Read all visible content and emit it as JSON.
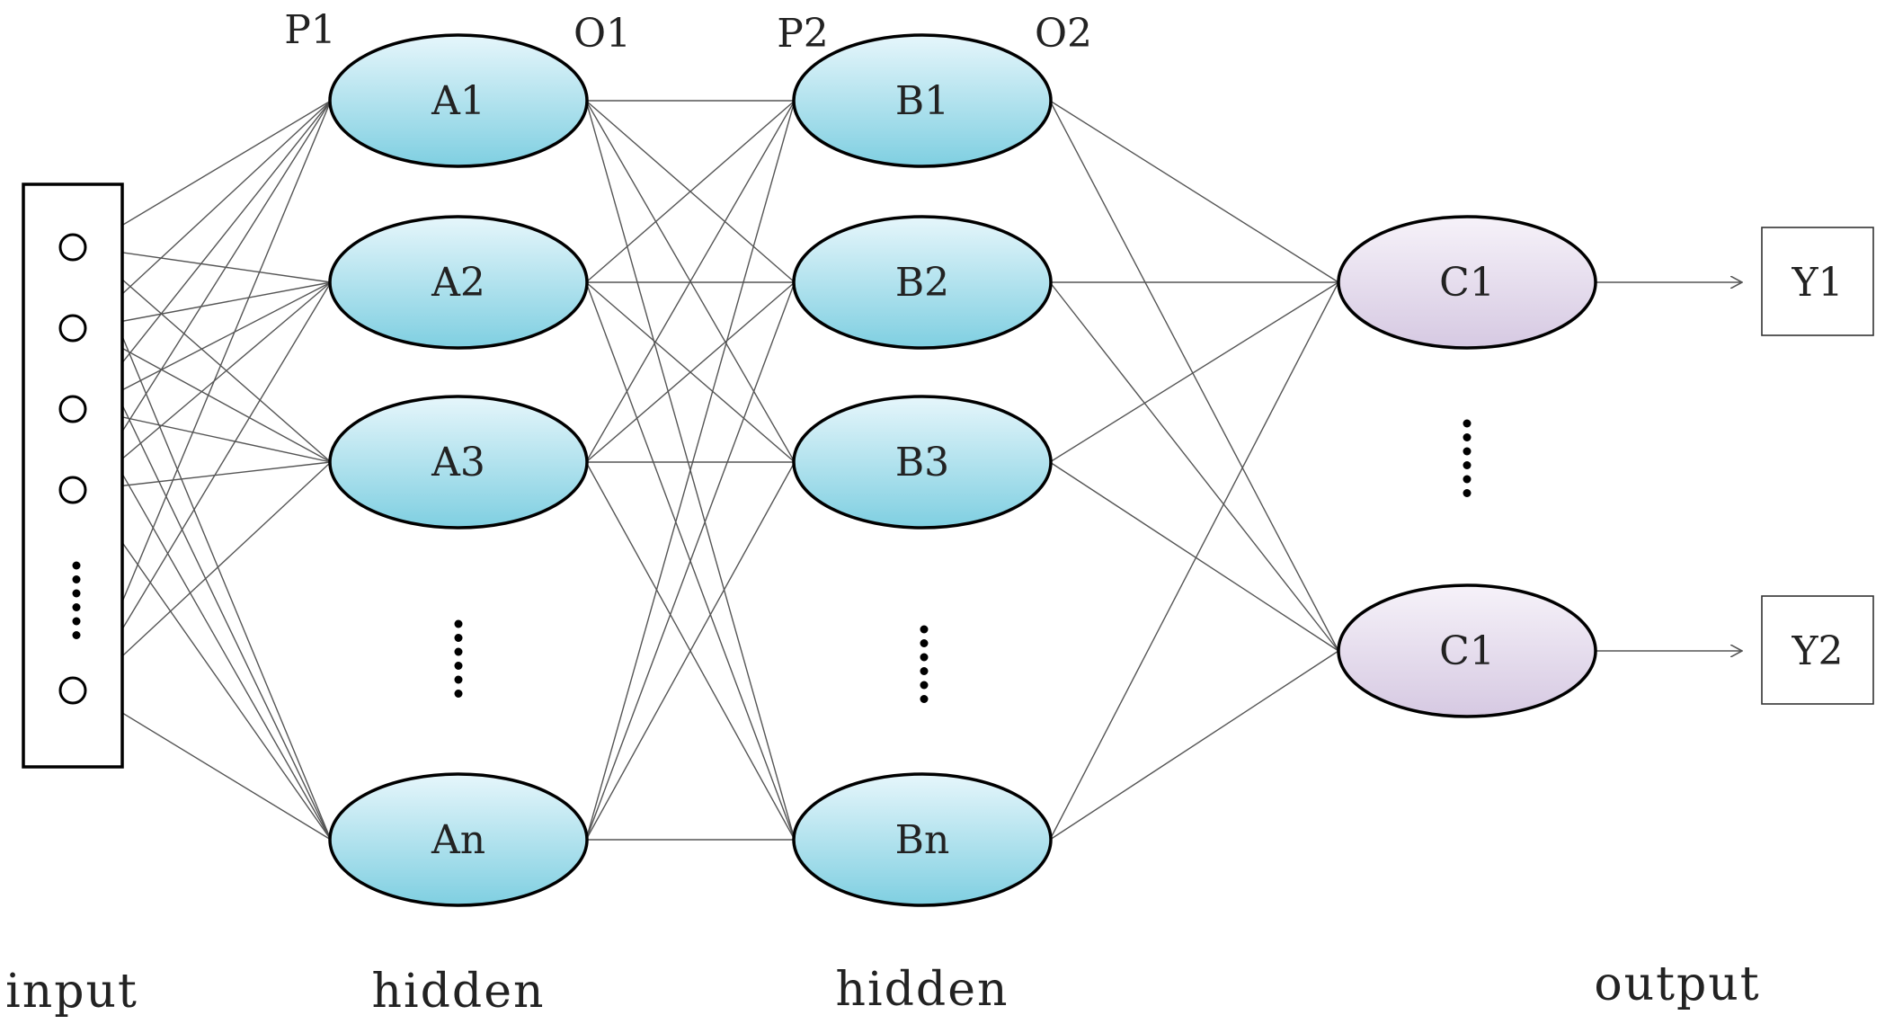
{
  "colors": {
    "hidden_top": "#e6f6fb",
    "hidden_bottom": "#7fcfe1",
    "output_top": "#f6f2f9",
    "output_bottom": "#d6c9e2",
    "line": "#555555",
    "outline": "#000000"
  },
  "layers": {
    "input_label": "input",
    "hidden1_label": "hidden",
    "hidden2_label": "hidden",
    "output_label": "output"
  },
  "top_labels": {
    "p1": "P1",
    "o1": "O1",
    "p2": "P2",
    "o2": "O2"
  },
  "input_node_count": 5,
  "hidden1_nodes": [
    "A1",
    "A2",
    "A3",
    "An"
  ],
  "hidden2_nodes": [
    "B1",
    "B2",
    "B3",
    "Bn"
  ],
  "output_nodes": [
    "C1",
    "C1"
  ],
  "outputs": [
    "Y1",
    "Y2"
  ]
}
